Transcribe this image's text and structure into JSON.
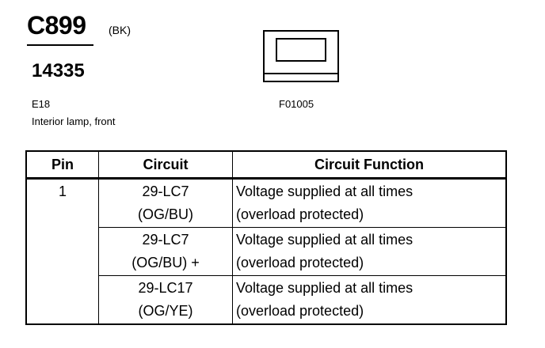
{
  "connector": {
    "id": "C899",
    "color": "(BK)",
    "part_number": "14335",
    "location_code": "E18",
    "description": "Interior lamp, front",
    "figure_ref": "F01005"
  },
  "table": {
    "headers": {
      "pin": "Pin",
      "circuit": "Circuit",
      "function": "Circuit Function"
    },
    "pin": "1",
    "rows": [
      {
        "circuit": "29-LC7",
        "circuit_color": "(OG/BU)",
        "function_line1": "Voltage supplied at all times",
        "function_line2": "(overload protected)"
      },
      {
        "circuit": "29-LC7",
        "circuit_color": "(OG/BU) +",
        "function_line1": "Voltage supplied at all times",
        "function_line2": "(overload protected)"
      },
      {
        "circuit": "29-LC17",
        "circuit_color": "(OG/YE)",
        "function_line1": "Voltage supplied at all times",
        "function_line2": "(overload protected)"
      }
    ]
  }
}
